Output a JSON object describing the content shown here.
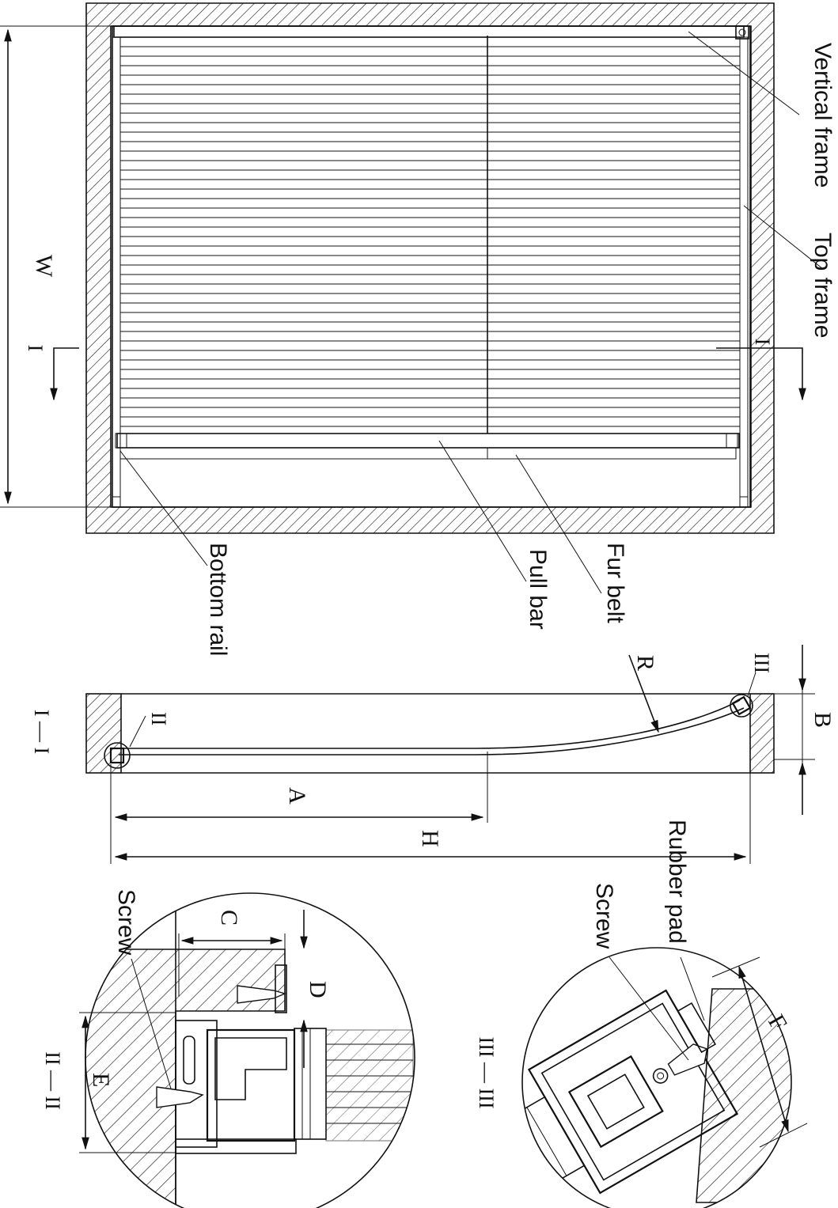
{
  "labels": {
    "vertical_frame": "Vertical frame",
    "top_frame": "Top frame",
    "bottom_rail": "Bottom rail",
    "pull_bar": "Pull bar",
    "fur_belt": "Fur belt",
    "rubber_pad": "Rubber pad",
    "screw_1": "Screw",
    "screw_2": "Screw"
  },
  "dimensions": {
    "w": "W",
    "a": "A",
    "h": "H",
    "r": "R",
    "b": "B",
    "c": "C",
    "d": "D",
    "e": "E",
    "f": "F"
  },
  "sections": {
    "section_mark_left": "I",
    "section_mark_right": "I",
    "section_i_title": "I — I",
    "detail_ii_mark": "II",
    "detail_iii_mark": "III",
    "section_ii_title": "II — II",
    "section_iii_title": "III — III"
  }
}
